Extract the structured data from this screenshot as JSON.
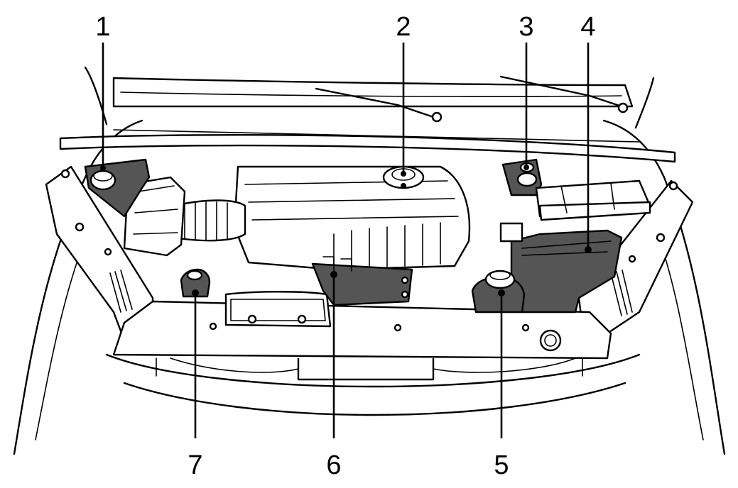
{
  "colors": {
    "line": "#000000",
    "background": "#ffffff",
    "highlight": "#555555"
  },
  "callouts": [
    {
      "id": "1",
      "label": "1"
    },
    {
      "id": "2",
      "label": "2"
    },
    {
      "id": "3",
      "label": "3"
    },
    {
      "id": "4",
      "label": "4"
    },
    {
      "id": "5",
      "label": "5"
    },
    {
      "id": "6",
      "label": "6"
    },
    {
      "id": "7",
      "label": "7"
    }
  ]
}
